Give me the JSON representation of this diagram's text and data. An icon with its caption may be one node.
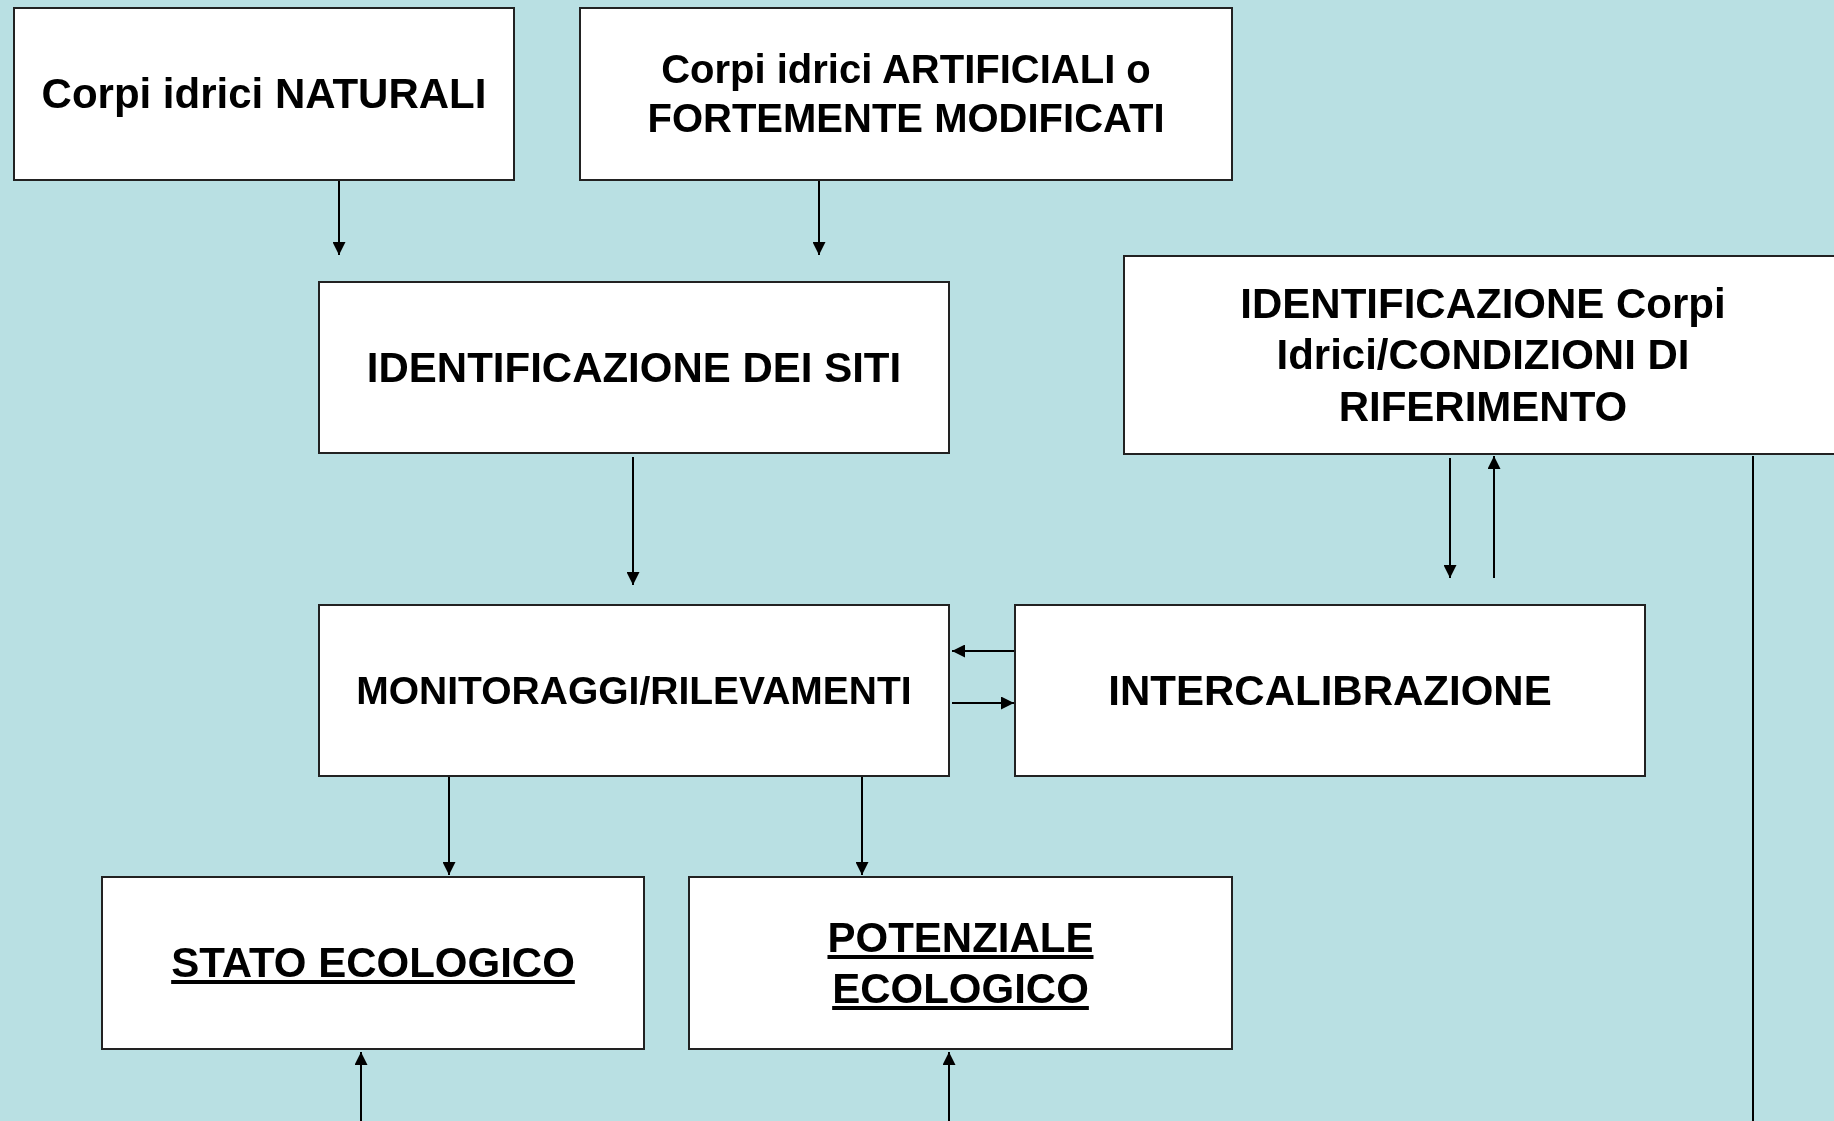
{
  "diagram": {
    "nodes": [
      {
        "text": [
          "Corpi idrici NATURALI"
        ]
      },
      {
        "text": [
          "Corpi idrici ARTIFICIALI o FORTEMENTE MODIFICATI"
        ]
      },
      {
        "text": [
          "IDENTIFICAZIONE DEI SITI"
        ]
      },
      {
        "text": [
          "IDENTIFICAZIONE Corpi Idrici/CONDIZIONI DI RIFERIMENTO"
        ]
      },
      {
        "text": [
          "MONITORAGGI/RILEVAMENTI"
        ]
      },
      {
        "text": [
          "INTERCALIBRAZIONE"
        ]
      },
      {
        "text": [
          "STATO ECOLOGICO"
        ]
      },
      {
        "text": [
          "POTENZIALE ECOLOGICO"
        ]
      }
    ],
    "edges": [
      {
        "from": 0,
        "to": 2,
        "arrow": "to"
      },
      {
        "from": 1,
        "to": 2,
        "arrow": "to"
      },
      {
        "from": 2,
        "to": 4,
        "arrow": "to"
      },
      {
        "from": 3,
        "to": 5,
        "arrow": "to"
      },
      {
        "from": 5,
        "to": 3,
        "arrow": "to"
      },
      {
        "from": 5,
        "to": 4,
        "arrow": "to"
      },
      {
        "from": 4,
        "to": 5,
        "arrow": "to"
      },
      {
        "from": 4,
        "to": 6,
        "arrow": "to"
      },
      {
        "from": 4,
        "to": 7,
        "arrow": "to"
      },
      {
        "from": null,
        "to": 6,
        "arrow": "to"
      },
      {
        "from": null,
        "to": 7,
        "arrow": "to"
      },
      {
        "from": 3,
        "to": null,
        "arrow": "none"
      }
    ]
  }
}
